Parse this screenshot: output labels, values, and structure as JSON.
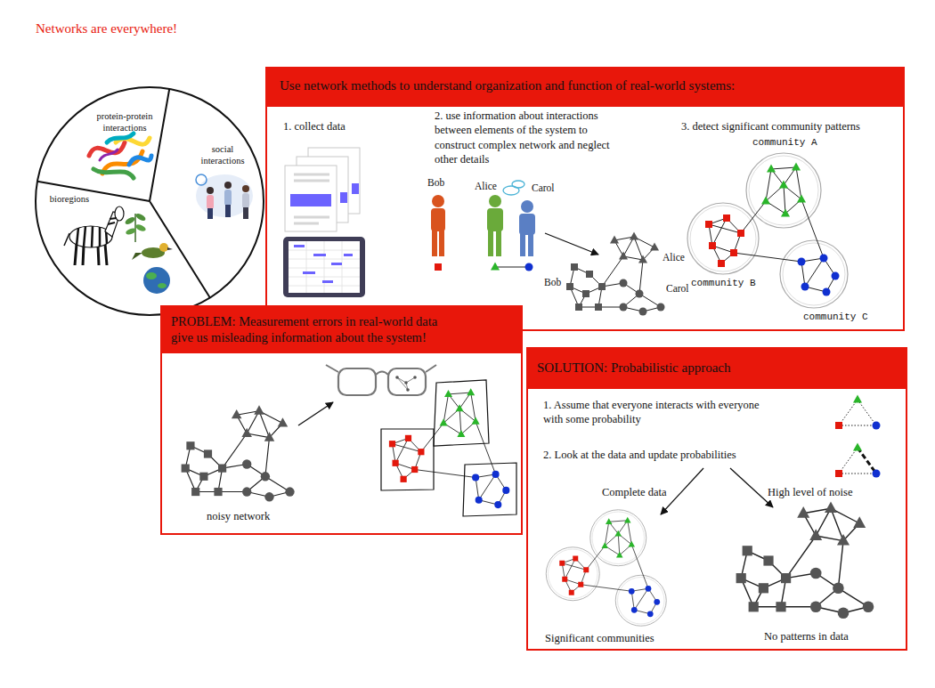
{
  "diagram": {
    "title": "Networks are everywhere!",
    "nodes": [
      {
        "text": [
          "protein-protein interactions",
          "social interactions",
          "bioregions"
        ]
      },
      {
        "text": [
          "Use network methods to understand organization and function of real-world systems:",
          "1. collect data",
          "2. use information about interactions between elements of the system to construct complex network and neglect other details",
          "3. detect significant community patterns"
        ]
      },
      {
        "text": [
          "PROBLEM: Measurement errors in real-world data give us misleading information about the system!",
          "noisy network"
        ]
      },
      {
        "text": [
          "SOLUTION: Probabilistic approach",
          "1. Assume that everyone interacts with everyone with some probability",
          "2. Look at the data and update probabilities",
          "Complete data",
          "High level of noise",
          "Significant communities",
          "No patterns in data"
        ]
      }
    ],
    "labels": [
      "Bob",
      "Alice",
      "Carol",
      "community A",
      "Alice",
      "Bob",
      "Carol",
      "community B",
      "community C"
    ]
  }
}
